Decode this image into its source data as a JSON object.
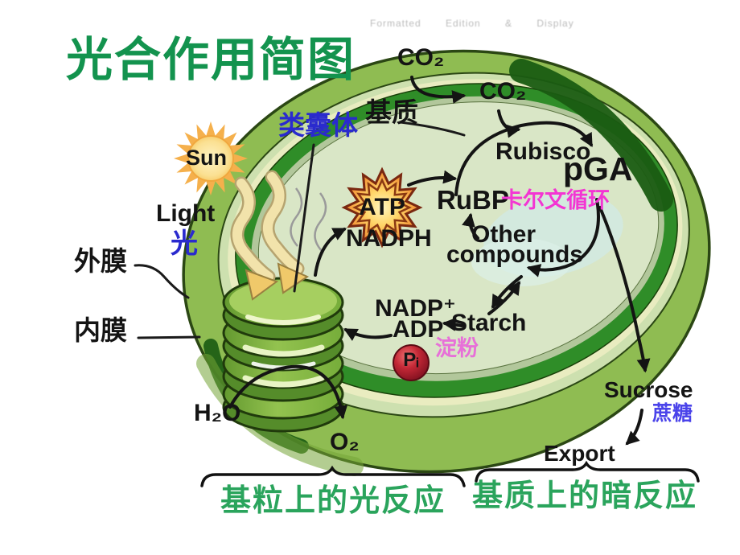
{
  "title": "光合作用简图",
  "watermark": {
    "text": "Formatted      Edition & Display"
  },
  "labels": {
    "co2_outside": "CO₂",
    "co2_inside": "CO₂",
    "stroma": "基质",
    "thylakoid": "类囊体",
    "sun": "Sun",
    "light_en": "Light",
    "light_zh": "光",
    "outer_membrane": "外膜",
    "inner_membrane": "内膜",
    "atp": "ATP",
    "nadph": "NADPH",
    "rubisco": "Rubisco",
    "pga": "pGA",
    "rubp": "RuBP",
    "calvin_cycle": "卡尔文循环",
    "other_compounds_line1": "Other",
    "other_compounds_line2": "compounds",
    "nadp": "NADP⁺",
    "adp": "ADP",
    "starch": "Starch",
    "starch_zh": "淀粉",
    "pi": "Pᵢ",
    "h2o": "H₂O",
    "o2": "O₂",
    "sucrose": "Sucrose",
    "sucrose_zh": "蔗糖",
    "export": "Export"
  },
  "braces": {
    "light_reactions": "基粒上的光反应",
    "dark_reactions": "基质上的暗反应"
  },
  "colors": {
    "title_green": "#13934e",
    "reaction_label_green": "#2aa45c",
    "label_blue": "#2a2ace",
    "calvin_magenta": "#f335d3",
    "starch_pink": "#e770d8",
    "sucrose_blue": "#4a43ea",
    "chloroplast_outer": "#8fbc52",
    "inner_membrane_dark": "#2f8d28",
    "stroma_fill": "#d9e6c6",
    "atp_orange": "#f59b3c",
    "pi_red": "#b22030",
    "sun_yellow": "#fbdf92"
  }
}
